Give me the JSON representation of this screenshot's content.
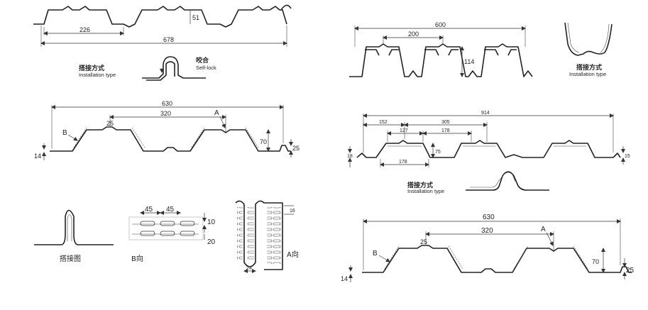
{
  "panel_top_left": {
    "dims": {
      "height": "51",
      "pitch": "226",
      "width": "678"
    },
    "lock_label_cn": "咬合",
    "lock_label_en": "Self-lock",
    "install_cn": "搭接方式",
    "install_en": "Installation type"
  },
  "panel_mid_left": {
    "dims": {
      "width": "630",
      "span": "320",
      "top": "25",
      "height": "70",
      "edge": "25",
      "base": "14"
    },
    "mark_a": "A",
    "mark_b": "B"
  },
  "panel_bottom_left": {
    "lap_cn": "搭接图",
    "dims": {
      "d1": "45",
      "d2": "45",
      "d3": "10",
      "d4": "20",
      "d5": "16",
      "d6": "24"
    },
    "view_b": "B向",
    "view_a": "A向"
  },
  "panel_top_right": {
    "dims": {
      "width": "600",
      "pitch": "200",
      "height": "114"
    },
    "install_cn": "搭接方式",
    "install_en": "Installation type"
  },
  "panel_mid_right": {
    "dims": {
      "width": "914",
      "d152": "152",
      "d305": "305",
      "d127": "127",
      "d178a": "178",
      "d75": "75",
      "d178b": "178",
      "left": "18",
      "right": "15"
    },
    "install_cn": "搭接方式",
    "install_en": "Installation type"
  },
  "panel_bottom_right": {
    "dims": {
      "width": "630",
      "span": "320",
      "top": "25",
      "height": "70",
      "edge": "25",
      "base": "14"
    },
    "mark_a": "A",
    "mark_b": "B"
  }
}
